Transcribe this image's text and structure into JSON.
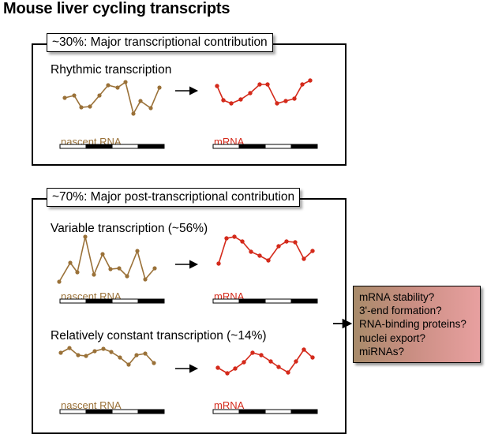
{
  "title": "Mouse liver cycling transcripts",
  "panel_top": {
    "tag": "~30%: Major transcriptional contribution"
  },
  "panel_bottom": {
    "tag": "~70%: Major post-transcriptional contribution"
  },
  "rows": {
    "rhythmic": "Rhythmic transcription",
    "variable": "Variable transcription (~56%)",
    "constant": "Relatively constant  transcription (~14%)"
  },
  "labels": {
    "nascent": "nascent RNA",
    "mrna": "mRNA"
  },
  "causes": [
    "mRNA stability?",
    "3'-end formation?",
    "RNA-binding proteins?",
    "nuclei export?",
    "miRNAs?"
  ],
  "colors": {
    "nascent": "#9a7138",
    "mrna": "#d42a1b"
  },
  "icons": {
    "arrow": "right-arrow-icon"
  }
}
